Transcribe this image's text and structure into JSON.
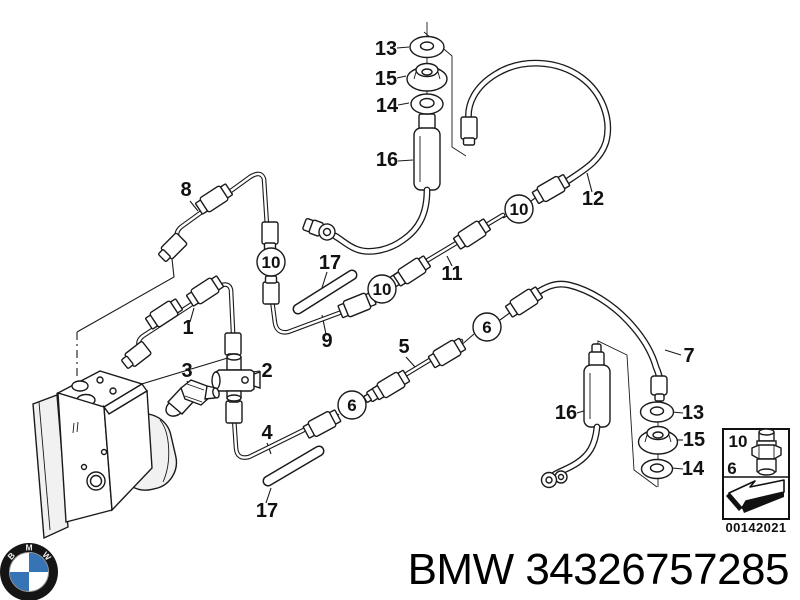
{
  "colors": {
    "line": "#1a1a1a",
    "logo_blue": "#3674b5",
    "background": "#ffffff"
  },
  "footer": {
    "caption": "BMW 34326757285",
    "logo": {
      "b": "B",
      "m": "M",
      "w": "W"
    }
  },
  "diagram": {
    "doc_number": "00142021",
    "legend": {
      "top_label": "10",
      "bottom_label": "6",
      "fitting_icon": "union-fitting-icon",
      "arrow_icon": "direction-arrow-icon"
    },
    "labels": [
      {
        "part": "8",
        "text": "8"
      },
      {
        "part": "13-top",
        "text": "13"
      },
      {
        "part": "15-top",
        "text": "15"
      },
      {
        "part": "14-top",
        "text": "14"
      },
      {
        "part": "16-top",
        "text": "16"
      },
      {
        "part": "12",
        "text": "12"
      },
      {
        "part": "17-upper",
        "text": "17"
      },
      {
        "part": "11",
        "text": "11"
      },
      {
        "part": "1",
        "text": "1"
      },
      {
        "part": "9",
        "text": "9"
      },
      {
        "part": "5",
        "text": "5"
      },
      {
        "part": "3",
        "text": "3"
      },
      {
        "part": "2",
        "text": "2"
      },
      {
        "part": "4",
        "text": "4"
      },
      {
        "part": "7",
        "text": "7"
      },
      {
        "part": "16-bottom",
        "text": "16"
      },
      {
        "part": "13-bottom",
        "text": "13"
      },
      {
        "part": "15-bottom",
        "text": "15"
      },
      {
        "part": "14-bottom",
        "text": "14"
      },
      {
        "part": "17-lower",
        "text": "17"
      }
    ],
    "circled": [
      {
        "part": "10-a",
        "text": "10"
      },
      {
        "part": "10-b",
        "text": "10"
      },
      {
        "part": "10-c",
        "text": "10"
      },
      {
        "part": "6-a",
        "text": "6"
      },
      {
        "part": "6-b",
        "text": "6"
      }
    ]
  }
}
